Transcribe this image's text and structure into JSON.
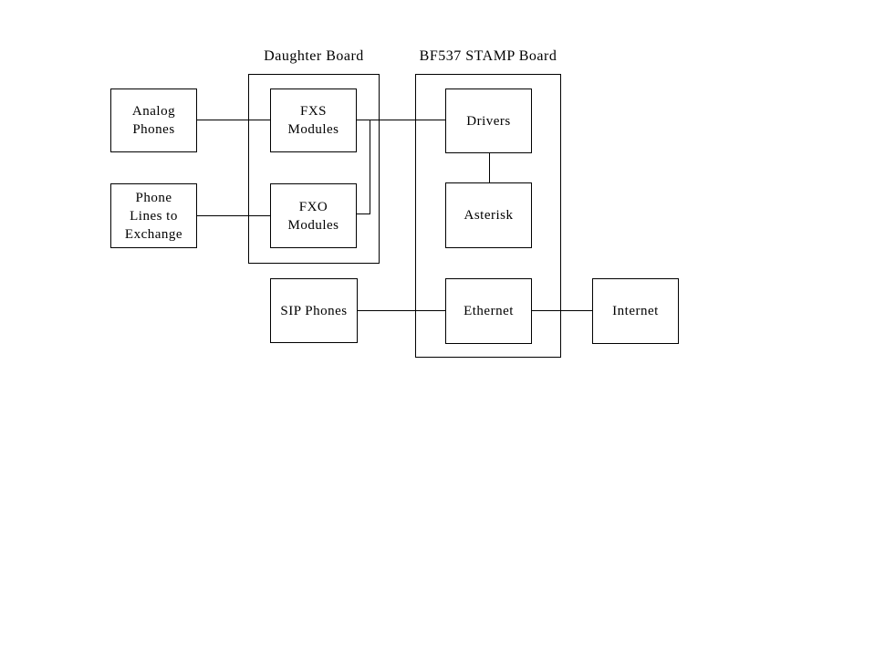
{
  "diagram": {
    "background_color": "#ffffff",
    "line_color": "#000000",
    "groups": {
      "daughter_board": {
        "title": "Daughter Board"
      },
      "stamp_board": {
        "title": "BF537 STAMP Board"
      }
    },
    "nodes": {
      "analog_phones": {
        "label": "Analog\nPhones"
      },
      "phone_lines": {
        "label": "Phone\nLines to\nExchange"
      },
      "fxs_modules": {
        "label": "FXS\nModules"
      },
      "fxo_modules": {
        "label": "FXO\nModules"
      },
      "sip_phones": {
        "label": "SIP Phones"
      },
      "drivers": {
        "label": "Drivers"
      },
      "asterisk": {
        "label": "Asterisk"
      },
      "ethernet": {
        "label": "Ethernet"
      },
      "internet": {
        "label": "Internet"
      }
    },
    "edges": [
      {
        "from": "analog_phones",
        "to": "fxs_modules"
      },
      {
        "from": "phone_lines",
        "to": "fxo_modules"
      },
      {
        "from": "fxs_modules",
        "to": "drivers"
      },
      {
        "from": "fxo_modules",
        "to": "drivers"
      },
      {
        "from": "drivers",
        "to": "asterisk"
      },
      {
        "from": "sip_phones",
        "to": "ethernet"
      },
      {
        "from": "ethernet",
        "to": "internet"
      }
    ]
  }
}
